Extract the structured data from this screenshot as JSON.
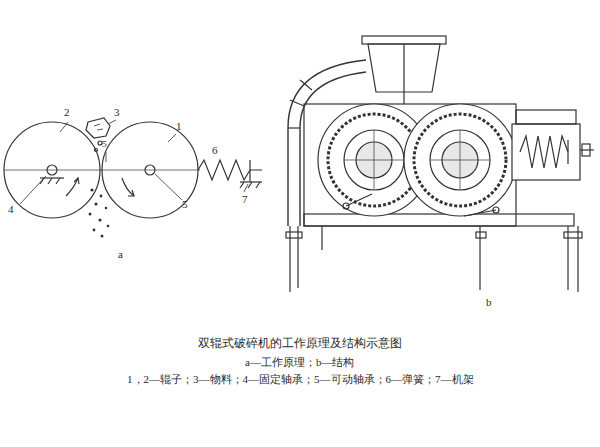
{
  "diagram": {
    "caption": "双辊式破碎机的工作原理及结构示意图",
    "labels": [
      "2",
      "3",
      "1",
      "5",
      "6",
      "7",
      "4",
      "5",
      "a",
      "b",
      "a—工作原理；b—结构",
      "1，2—辊子；3—物料；4—固定轴承；5—可动轴承；6—弹簧；7—机架"
    ]
  }
}
